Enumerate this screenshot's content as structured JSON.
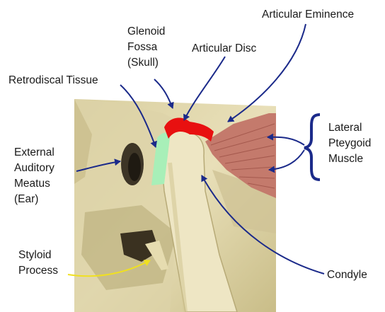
{
  "labels": {
    "articular_eminence": "Articular Eminence",
    "glenoid_fossa": [
      "Glenoid",
      "Fossa",
      "(Skull)"
    ],
    "articular_disc": "Articular Disc",
    "retrodiscal_tissue": "Retrodiscal Tissue",
    "external_auditory_meatus": [
      "External",
      "Auditory",
      "Meatus",
      "(Ear)"
    ],
    "lateral_pterygoid_muscle": [
      "Lateral",
      "Pteygoid",
      "Muscle"
    ],
    "styloid_process": [
      "Styloid",
      "Process"
    ],
    "condyle": "Condyle"
  },
  "colors": {
    "arrow": "#1b2a8a",
    "styloid_arrow": "#f0e020",
    "bone": "#e8dfb5",
    "disc": "#e81010",
    "retrodiscal": "#a8efb8",
    "muscle": "#c87a6e"
  }
}
